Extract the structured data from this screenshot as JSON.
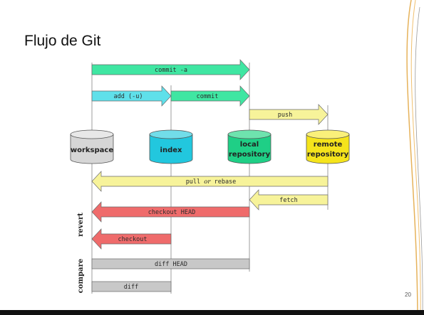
{
  "slide": {
    "title": "Flujo de Git",
    "page_number": "20"
  },
  "stores": {
    "workspace": "workspace",
    "index": "index",
    "local_line1": "local",
    "local_line2": "repository",
    "remote_line1": "remote",
    "remote_line2": "repository"
  },
  "arrows": {
    "commit_a": "commit -a",
    "add": "add (-u)",
    "commit": "commit",
    "push": "push",
    "pull_1": "pull ",
    "pull_or": "or",
    "pull_2": " rebase",
    "fetch": "fetch",
    "checkout_head": "checkout HEAD",
    "checkout": "checkout"
  },
  "bars": {
    "diff_head": "diff HEAD",
    "diff": "diff"
  },
  "side_labels": {
    "revert": "revert",
    "compare": "compare"
  },
  "colors": {
    "green": "#3fe6a2",
    "cyan": "#5fe0ea",
    "yellow": "#f7f39a",
    "red": "#ef6b6b",
    "gray": "#c8c8c8",
    "workspace": "#d6d6d6",
    "index": "#22c7de",
    "local": "#1fcf86",
    "remote": "#f5e41c",
    "decor_orange": "#f2a33a"
  }
}
